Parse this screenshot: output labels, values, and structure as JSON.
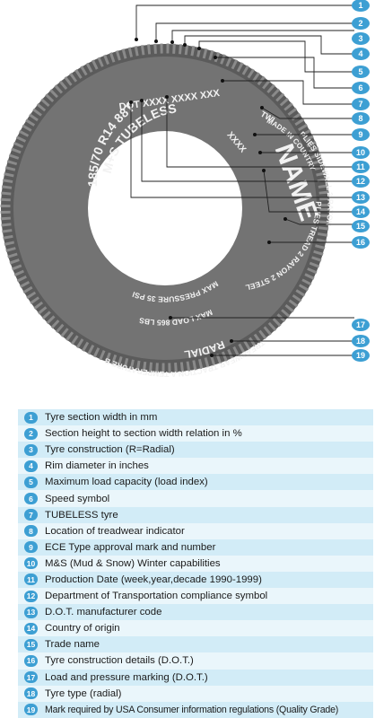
{
  "sidewall": {
    "size_line": "185/70 R14 88T",
    "ms_tubeless": "M+S TUBELESS",
    "dot_line": "DOT XXXX XXXX XXX",
    "twi": "TWI",
    "ece_mark": "XXXX",
    "made_in": "MADE IN COUNTRY",
    "name": "NAME",
    "construction_1": "PLIES SIDEWALL 2 RAYON",
    "construction_2": "PLIES TREAD 2 RAYON 2 STEEL",
    "max_pressure": "MAX PRESSURE 35 PSI",
    "max_load": "MAX LOAD 865 LBS",
    "radial": "RADIAL",
    "traction": "TREADWEAR TRACTION A TEMPERATURE B"
  },
  "badges": [
    "1",
    "2",
    "3",
    "4",
    "5",
    "6",
    "7",
    "8",
    "9",
    "10",
    "11",
    "12",
    "13",
    "14",
    "15",
    "16",
    "17",
    "18",
    "19"
  ],
  "legend": [
    {
      "num": "1",
      "label": "Tyre section width in mm"
    },
    {
      "num": "2",
      "label": "Section height to section width relation in %"
    },
    {
      "num": "3",
      "label": "Tyre construction (R=Radial)"
    },
    {
      "num": "4",
      "label": "Rim diameter in inches"
    },
    {
      "num": "5",
      "label": "Maximum load capacity (load index)"
    },
    {
      "num": "6",
      "label": "Speed symbol"
    },
    {
      "num": "7",
      "label": "TUBELESS tyre"
    },
    {
      "num": "8",
      "label": "Location of treadwear indicator"
    },
    {
      "num": "9",
      "label": "ECE Type approval mark and number"
    },
    {
      "num": "10",
      "label": "M&S (Mud & Snow) Winter capabilities"
    },
    {
      "num": "11",
      "label": "Production Date (week,year,decade 1990-1999)"
    },
    {
      "num": "12",
      "label": "Department of Transportation compliance symbol"
    },
    {
      "num": "13",
      "label": "D.O.T. manufacturer code"
    },
    {
      "num": "14",
      "label": "Country of origin"
    },
    {
      "num": "15",
      "label": "Trade name"
    },
    {
      "num": "16",
      "label": "Tyre construction details (D.O.T.)"
    },
    {
      "num": "17",
      "label": "Load and pressure marking (D.O.T.)"
    },
    {
      "num": "18",
      "label": "Tyre type (radial)"
    },
    {
      "num": "19",
      "label": "Mark required by USA Consumer information regulations (Quality Grade)"
    }
  ],
  "colors": {
    "badge": "#3d9fd3",
    "tyre": "#6f6f6f",
    "tread": "#5a5a5a",
    "row_a": "#d2ecf7",
    "row_b": "#eaf6fb"
  }
}
